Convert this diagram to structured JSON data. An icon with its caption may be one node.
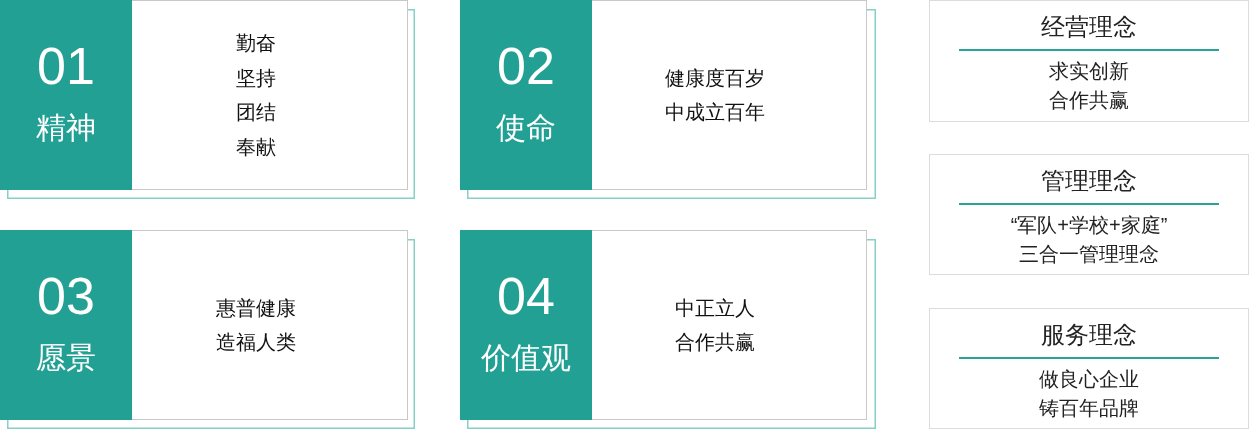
{
  "diagram": {
    "nodes": [
      {
        "text": [
          "勤奋",
          "坚持",
          "团结",
          "奉献"
        ]
      },
      {
        "text": [
          "01",
          "精神"
        ],
        "in": 0
      },
      {
        "text": [
          "健康度百岁",
          "中成立百年"
        ]
      },
      {
        "text": [
          "02",
          "使命"
        ],
        "in": 2
      },
      {
        "text": [
          "惠普健康",
          "造福人类"
        ]
      },
      {
        "text": [
          "03",
          "愿景"
        ],
        "in": 4
      },
      {
        "text": [
          "中正立人",
          "合作共赢"
        ]
      },
      {
        "text": [
          "04",
          "价值观"
        ],
        "in": 6
      },
      {
        "text": [
          "经营理念",
          "求实创新",
          "合作共赢"
        ]
      },
      {
        "text": [
          "管理理念",
          "“军队+学校+家庭”",
          "三合一管理理念"
        ]
      },
      {
        "text": [
          "服务理念",
          "做良心企业",
          "铸百年品牌"
        ]
      }
    ]
  }
}
